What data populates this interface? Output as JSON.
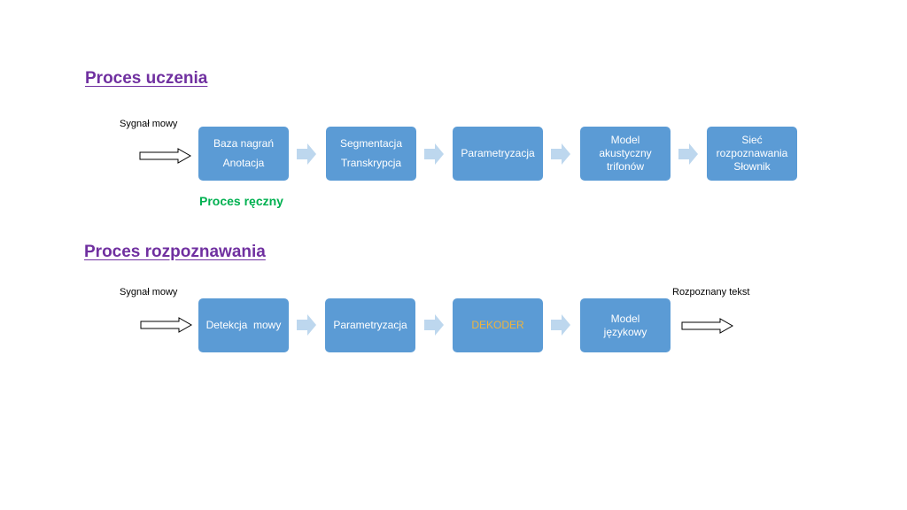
{
  "training": {
    "title": "Proces uczenia",
    "input_label": "Sygnał mowy",
    "manual_label": "Proces ręczny",
    "steps": [
      {
        "lines": [
          "Baza nagrań",
          "Anotacja"
        ]
      },
      {
        "lines": [
          "Segmentacja",
          "Transkrypcja"
        ]
      },
      {
        "lines": [
          "Parametryzacja"
        ]
      },
      {
        "lines": [
          "Model",
          "akustyczny",
          "trifonów"
        ]
      },
      {
        "lines": [
          "Sieć",
          "rozpoznawania",
          "Słownik"
        ]
      }
    ]
  },
  "recognition": {
    "title": "Proces rozpoznawania",
    "input_label": "Sygnał mowy",
    "output_label": "Rozpoznany tekst",
    "steps": [
      {
        "lines": [
          "Detekcja  mowy"
        ]
      },
      {
        "lines": [
          "Parametryzacja"
        ]
      },
      {
        "lines": [
          "DEKODER"
        ]
      },
      {
        "lines": [
          "Model",
          "językowy"
        ]
      }
    ]
  },
  "colors": {
    "box_fill": "#5b9bd5",
    "box_text": "#ffffff",
    "chevron_fill": "#bdd7ee",
    "title_color": "#7030a0",
    "manual_color": "#00b050",
    "decoder_text": "#f0b43c"
  },
  "icons": {
    "flow_arrow": "chevron-right-arrow",
    "signal_arrow": "hollow-right-arrow"
  }
}
